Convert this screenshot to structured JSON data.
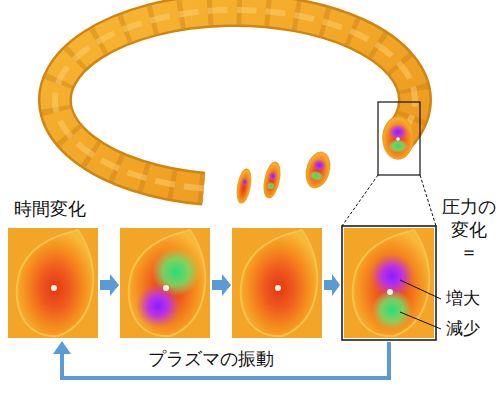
{
  "diagram": {
    "labels": [
      "時間変化",
      "圧力の 変化 ＝",
      "増大",
      "減少",
      "プラズマの振動"
    ]
  }
}
